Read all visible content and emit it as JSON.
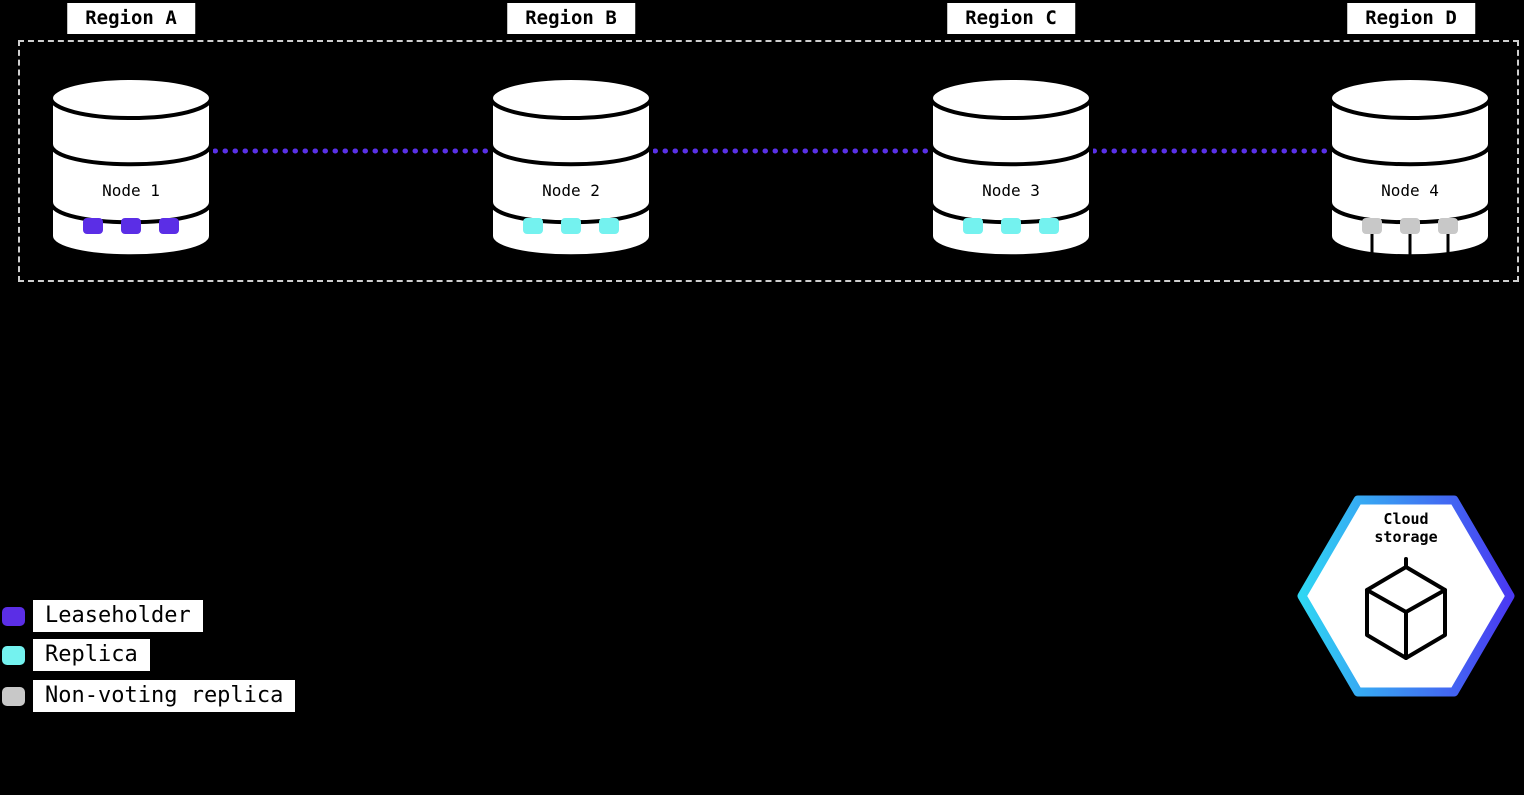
{
  "colors": {
    "background": "#000000",
    "leaseholder": "#5B2EE6",
    "replica": "#74F2EF",
    "non_voting_replica": "#C8C8C8",
    "connector": "#5A31E8",
    "cloud_gradient_start": "#2FD6F3",
    "cloud_gradient_end": "#4A39F2"
  },
  "regions": [
    {
      "label": "Region A"
    },
    {
      "label": "Region B"
    },
    {
      "label": "Region C"
    },
    {
      "label": "Region D"
    }
  ],
  "nodes": [
    {
      "label": "Node 1",
      "replica_type": "leaseholder",
      "color": "#5B2EE6"
    },
    {
      "label": "Node 2",
      "replica_type": "replica",
      "color": "#74F2EF"
    },
    {
      "label": "Node 3",
      "replica_type": "replica",
      "color": "#74F2EF"
    },
    {
      "label": "Node 4",
      "replica_type": "non-voting replica",
      "color": "#C8C8C8"
    }
  ],
  "legend": {
    "items": [
      {
        "label": "Leaseholder",
        "color": "#5B2EE6"
      },
      {
        "label": "Replica",
        "color": "#74F2EF"
      },
      {
        "label": "Non-voting replica",
        "color": "#C8C8C8"
      }
    ]
  },
  "cloud_storage": {
    "line1": "Cloud",
    "line2": "storage"
  }
}
